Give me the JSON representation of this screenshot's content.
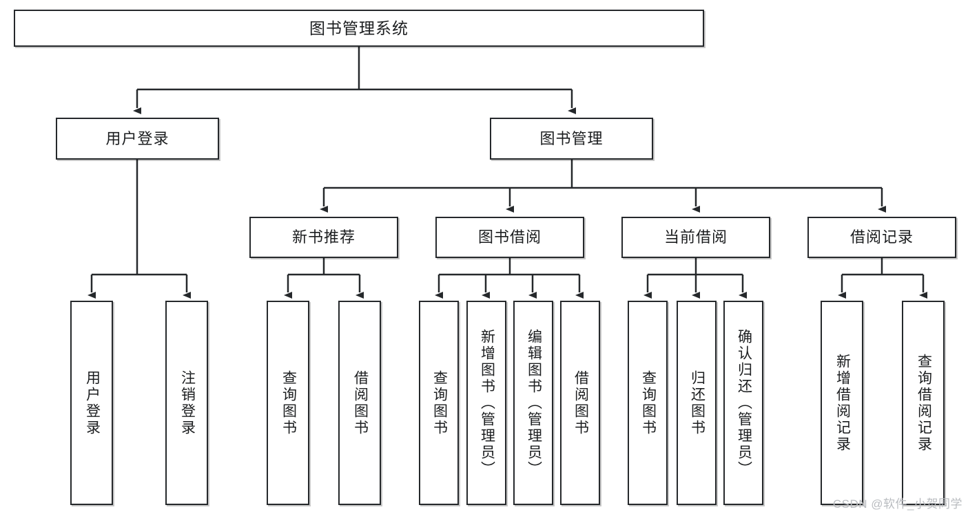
{
  "diagram": {
    "title": "图书管理系统",
    "watermark": "CSDN @软件_小贺同学",
    "root": {
      "label": "图书管理系统"
    },
    "level2": [
      {
        "label": "用户登录"
      },
      {
        "label": "图书管理"
      }
    ],
    "level3": [
      {
        "label": "新书推荐"
      },
      {
        "label": "图书借阅"
      },
      {
        "label": "当前借阅"
      },
      {
        "label": "借阅记录"
      }
    ],
    "leaves": [
      {
        "label": "用户登录",
        "parent": "用户登录"
      },
      {
        "label": "注销登录",
        "parent": "用户登录"
      },
      {
        "label": "查询图书",
        "parent": "新书推荐"
      },
      {
        "label": "借阅图书",
        "parent": "新书推荐"
      },
      {
        "label": "查询图书",
        "parent": "图书借阅"
      },
      {
        "label": "新增图书（管理员）",
        "parent": "图书借阅"
      },
      {
        "label": "编辑图书（管理员）",
        "parent": "图书借阅"
      },
      {
        "label": "借阅图书",
        "parent": "图书借阅"
      },
      {
        "label": "查询图书",
        "parent": "当前借阅"
      },
      {
        "label": "归还图书",
        "parent": "当前借阅"
      },
      {
        "label": "确认归还（管理员）",
        "parent": "当前借阅"
      },
      {
        "label": "新增借阅记录",
        "parent": "借阅记录"
      },
      {
        "label": "查询借阅记录",
        "parent": "借阅记录"
      }
    ],
    "colors": {
      "stroke": "#25282b",
      "text": "#1b1d1f",
      "background": "#ffffff",
      "watermark": "#b9bcc0"
    }
  }
}
